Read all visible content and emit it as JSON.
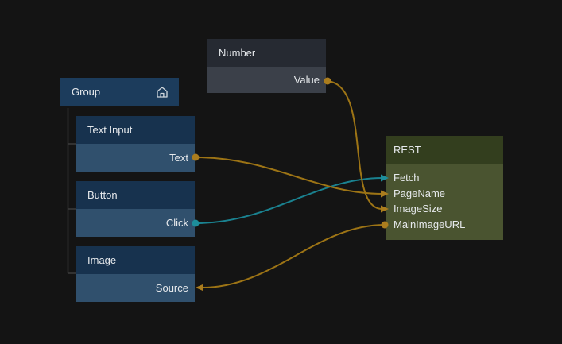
{
  "editor": {
    "background": "#141414",
    "colors": {
      "wire_orange": "#9d7415",
      "wire_teal": "#1a8290",
      "dot_orange": "#ab7d1e",
      "dot_teal": "#1d8d9b",
      "node_navy_header": "#17324e",
      "node_navy_body": "#30506d",
      "node_group_fill": "#1c3c5c",
      "node_gray_header": "#262a32",
      "node_gray_body": "#3b4049",
      "node_green_header": "#333e1e",
      "node_green_body": "#4a5430",
      "tree_line": "#3c3c3c",
      "text": "#e6e9ec"
    }
  },
  "nodes": {
    "group": {
      "title": "Group",
      "icon": "home-icon"
    },
    "text_input": {
      "title": "Text Input",
      "ports": [
        {
          "name": "Text",
          "direction": "output",
          "color": "#ab7d1e"
        }
      ]
    },
    "button": {
      "title": "Button",
      "ports": [
        {
          "name": "Click",
          "direction": "output",
          "color": "#1d8d9b"
        }
      ]
    },
    "image": {
      "title": "Image",
      "ports": [
        {
          "name": "Source",
          "direction": "input",
          "color": "#ab7d1e"
        }
      ]
    },
    "number": {
      "title": "Number",
      "ports": [
        {
          "name": "Value",
          "direction": "output",
          "color": "#ab7d1e"
        }
      ]
    },
    "rest": {
      "title": "REST",
      "ports": [
        {
          "name": "Fetch",
          "direction": "input",
          "color": "#1a8290"
        },
        {
          "name": "PageName",
          "direction": "input",
          "color": "#9d7415"
        },
        {
          "name": "ImageSize",
          "direction": "input",
          "color": "#9d7415"
        },
        {
          "name": "MainImageURL",
          "direction": "output",
          "color": "#ab7d1e"
        }
      ]
    }
  },
  "connections": [
    {
      "from": "Button.Click",
      "to": "REST.Fetch",
      "color": "#1a8290"
    },
    {
      "from": "Text Input.Text",
      "to": "REST.PageName",
      "color": "#9d7415"
    },
    {
      "from": "Number.Value",
      "to": "REST.ImageSize",
      "color": "#9d7415"
    },
    {
      "from": "REST.MainImageURL",
      "to": "Image.Source",
      "color": "#9d7415"
    }
  ]
}
